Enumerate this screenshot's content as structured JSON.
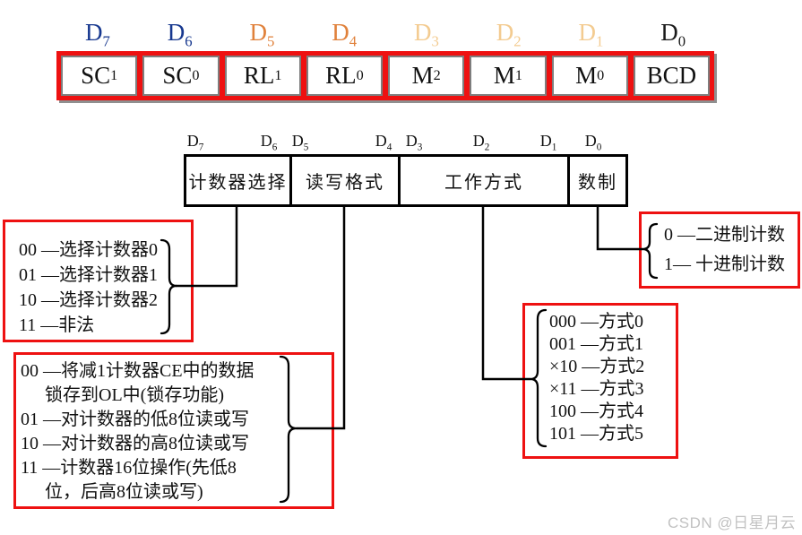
{
  "colors": {
    "register_frame_red": "#ee1111",
    "legend_border_red": "#ee1111",
    "cell_border_gray": "#7e7e7e",
    "frame_shadow_gray": "#8f8f8f",
    "bit_label_blue": "#17388f",
    "bit_label_orange": "#e0813b",
    "bit_label_tan": "#f3cb90",
    "bit_label_black": "#1a1a1a",
    "wire_black": "#000000",
    "watermark_gray": "#c2c2c2"
  },
  "top_register": {
    "bit_labels": [
      {
        "base": "D",
        "sub": "7",
        "color": "#17388f"
      },
      {
        "base": "D",
        "sub": "6",
        "color": "#17388f"
      },
      {
        "base": "D",
        "sub": "5",
        "color": "#e0813b"
      },
      {
        "base": "D",
        "sub": "4",
        "color": "#e0813b"
      },
      {
        "base": "D",
        "sub": "3",
        "color": "#f3cb90"
      },
      {
        "base": "D",
        "sub": "2",
        "color": "#f3cb90"
      },
      {
        "base": "D",
        "sub": "1",
        "color": "#f3cb90"
      },
      {
        "base": "D",
        "sub": "0",
        "color": "#1a1a1a"
      }
    ],
    "cells": [
      {
        "base": "SC",
        "sub": "1"
      },
      {
        "base": "SC",
        "sub": "0"
      },
      {
        "base": "RL",
        "sub": "1"
      },
      {
        "base": "RL",
        "sub": "0"
      },
      {
        "base": "M",
        "sub": "2"
      },
      {
        "base": "M",
        "sub": "1"
      },
      {
        "base": "M",
        "sub": "0"
      },
      {
        "base": "BCD",
        "sub": ""
      }
    ]
  },
  "control_register": {
    "bit_labels": [
      {
        "base": "D",
        "sub": "7"
      },
      {
        "base": "D",
        "sub": "6"
      },
      {
        "base": "D",
        "sub": "5"
      },
      {
        "base": "D",
        "sub": "4"
      },
      {
        "base": "D",
        "sub": "3"
      },
      {
        "base": "D",
        "sub": "2"
      },
      {
        "base": "D",
        "sub": "1"
      },
      {
        "base": "D",
        "sub": "0"
      }
    ],
    "fields": [
      {
        "label": "计数器选择"
      },
      {
        "label": "读写格式"
      },
      {
        "label": "工作方式"
      },
      {
        "label": "数制"
      }
    ]
  },
  "legends": {
    "counter_select": {
      "lines": [
        "00 —选择计数器0",
        "01 —选择计数器1",
        "10 —选择计数器2",
        "11 —非法"
      ]
    },
    "rw_format": {
      "lines": [
        "00 —将减1计数器CE中的数据",
        "锁存到OL中(锁存功能)",
        "01 —对计数器的低8位读或写",
        "10 —对计数器的高8位读或写",
        "11 —计数器16位操作(先低8",
        "位，后高8位读或写)"
      ]
    },
    "work_mode": {
      "lines": [
        "000 —方式0",
        "001 —方式1",
        "×10 —方式2",
        "×11 —方式3",
        "100 —方式4",
        "101 —方式5"
      ]
    },
    "number_system": {
      "lines": [
        "0 —二进制计数",
        "1— 十进制计数"
      ]
    }
  },
  "watermark": "CSDN @日星月云"
}
